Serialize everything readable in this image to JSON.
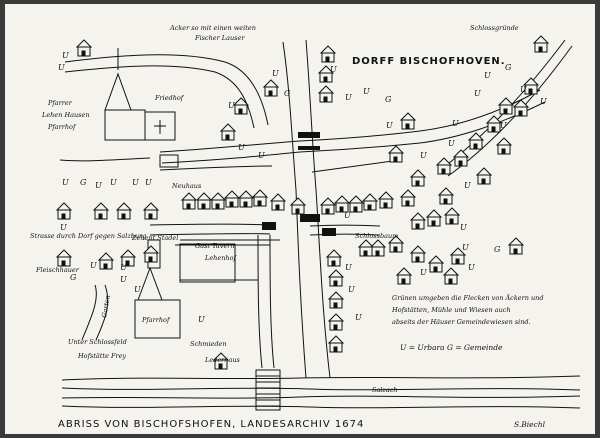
{
  "map": {
    "title": "DORFF BISCHOFHOVEN.",
    "caption": "ABRISS VON BISCHOFSHOFEN, LANDESARCHIV 1674",
    "signature": "S.Biechl",
    "legend": {
      "line1": "Grünen umgeben die Flecken von Äckern und",
      "line2": "Hofstätten, Mühle und Wiesen auch",
      "line3": "abseits der Häuser Gemeindewiesen sind.",
      "line4": "U = Urbara        G = Gemeinde"
    },
    "labels": {
      "top_note_1": "Acker so mit einen weiten",
      "top_note_2": "Fischer Lauser",
      "top_right": "Schlossgründe",
      "church_1": "Pfarrer",
      "church_2": "Lehen Hausen",
      "church_3": "Pfarrhof",
      "friedhof": "Friedhof",
      "neuhaus": "Neuhaus",
      "road_note": "Strasse durch Dorf gegen Salzburg",
      "fleischer": "Fleischhauer",
      "zehent": "Zehent Stadel",
      "tavern": "Gast Tavern",
      "tavern_2": "Lehenhof",
      "schloss": "Schlossbaum",
      "haus": "Lederhaus",
      "garten": "Garten",
      "pfarrhof": "Pfarrhof",
      "unter": "Unter Schlossfeld",
      "hofstaette": "Hofstätte Frey",
      "schmiede": "Schmieden",
      "salzach": "Salzach"
    }
  }
}
